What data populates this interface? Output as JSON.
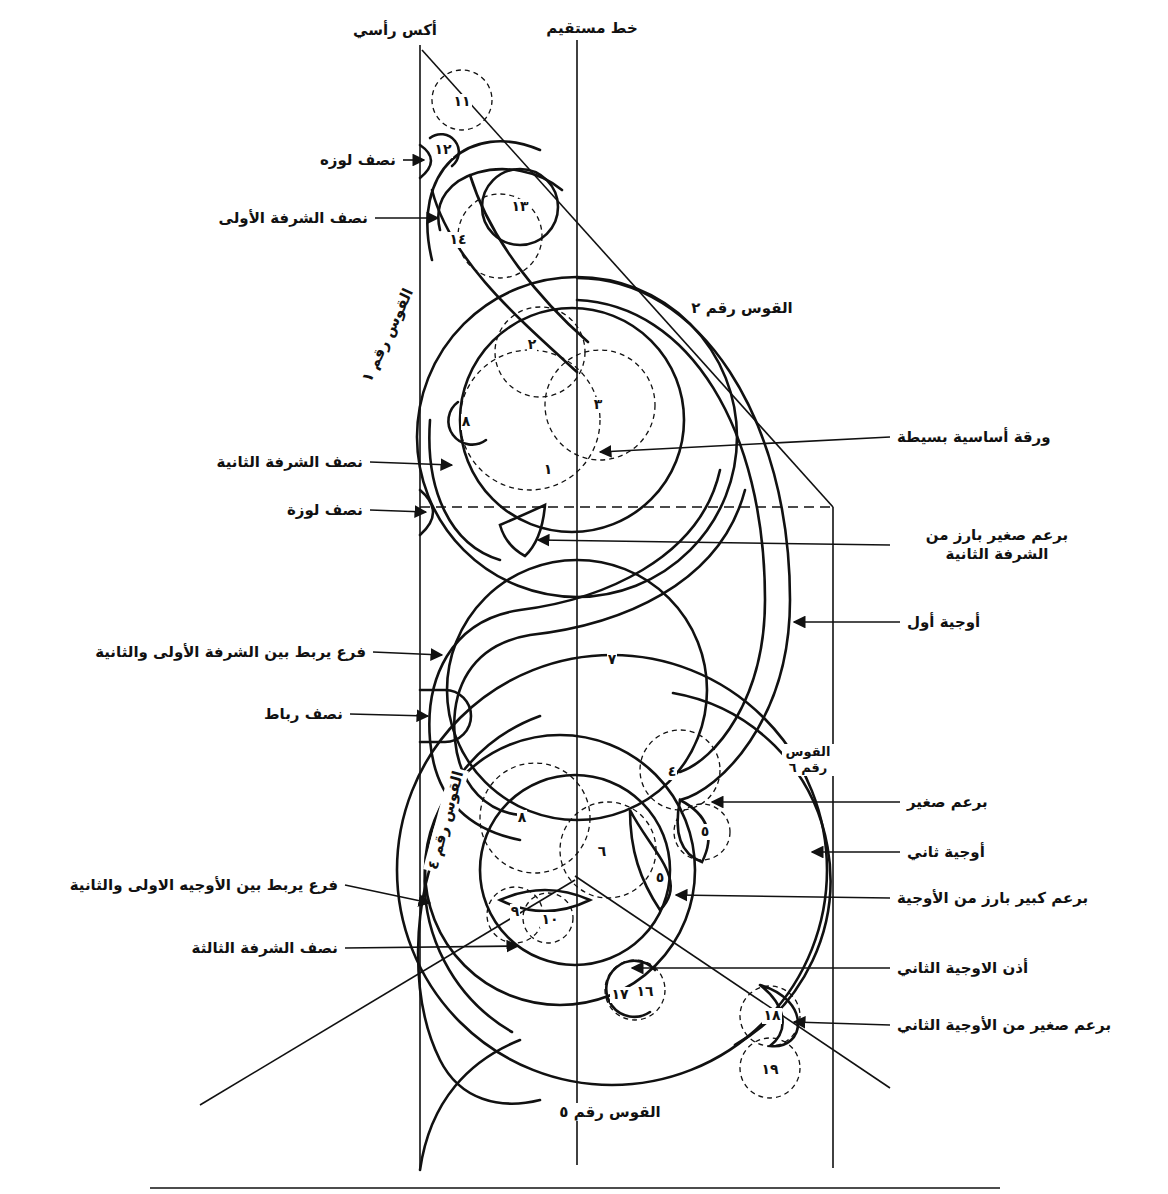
{
  "diagram": {
    "labels": [
      "أكس رأسي",
      "خط مستقيم",
      "نصف لوزه",
      "نصف الشرفة الأولى",
      "القوس رقم ١",
      "نصف الشرفة الثانية",
      "نصف لوزة",
      "القوس رقم ٢",
      "ورقة أساسية بسيطة",
      "برعم صغير بارز من الشرفة الثانية",
      "أوجية أول",
      "القوس رقم ٦",
      "برعم صغير",
      "أوجية ثاني",
      "برعم كبير بارز من الأوجية",
      "أذن الاوجية الثاني",
      "برعم صغير من الأوجية الثاني",
      "القوس رقم ٥",
      "فرع يربط بين الشرفة الأولى والثانية",
      "نصف رباط",
      "القوس رقم ٤",
      "فرع يربط بين الأوجيه الاولى والثانية",
      "نصف الشرفة الثالثة",
      "١١",
      "١٢",
      "١٣",
      "١٤",
      "٢",
      "٣",
      "٨",
      "١",
      "٧",
      "٤",
      "٥",
      "٨",
      "٦",
      "٥",
      "٩",
      "١٠",
      "١٧",
      "١٦",
      "١٨",
      "١٩"
    ]
  }
}
